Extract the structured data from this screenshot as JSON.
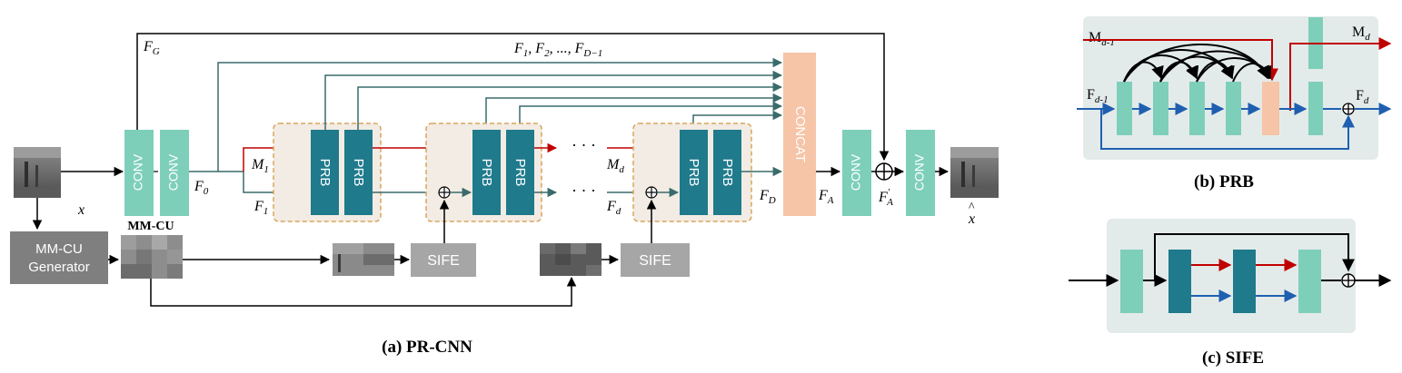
{
  "captions": {
    "a": "(a) PR-CNN",
    "b": "(b) PRB",
    "c": "(c) SIFE"
  },
  "blocks": {
    "conv": "CONV",
    "prb": "PRB",
    "concat": "CONCAT",
    "sife": "SIFE",
    "mmcu_generator_line1": "MM-CU",
    "mmcu_generator_line2": "Generator",
    "mmcu_label": "MM-CU"
  },
  "labels": {
    "x": "x",
    "x_hat": "x",
    "fg": "F",
    "fg_sub": "G",
    "f_list": "F",
    "f_list_sub1": "1",
    "f_list_mid": ", F",
    "f_list_sub2": "2",
    "f_list_dots": ", ..., F",
    "f_list_subd": "D−1",
    "f0": "F",
    "f0_sub": "0",
    "m1": "M",
    "m1_sub": "1",
    "f1": "F",
    "f1_sub": "1",
    "md": "M",
    "md_sub": "d",
    "fd": "F",
    "fd_sub": "d",
    "fD": "F",
    "fD_sub": "D",
    "fA": "F",
    "fA_sub": "A",
    "fA2": "F",
    "fA2_sub": "A",
    "fA2_sup": "'",
    "ellipsis": "· · ·"
  },
  "prb_labels": {
    "m_in": "M",
    "m_in_sub": "d-1",
    "m_out": "M",
    "m_out_sub": "d",
    "f_in": "F",
    "f_in_sub": "d-1",
    "f_out": "F",
    "f_out_sub": "d"
  },
  "colors": {
    "conv": "#7ecfba",
    "prb": "#1f7a8c",
    "concat": "#f6c4a6",
    "sife": "#a6a6a6",
    "generator": "#7f7f7f",
    "dashed_box": "#f2ece4",
    "dashed_border": "#d9a55c",
    "panel_bg": "#e3ebea",
    "arrow_green": "#3a6b6b",
    "arrow_red": "#c00000",
    "arrow_blue": "#1f5fb0",
    "black": "#000000"
  }
}
